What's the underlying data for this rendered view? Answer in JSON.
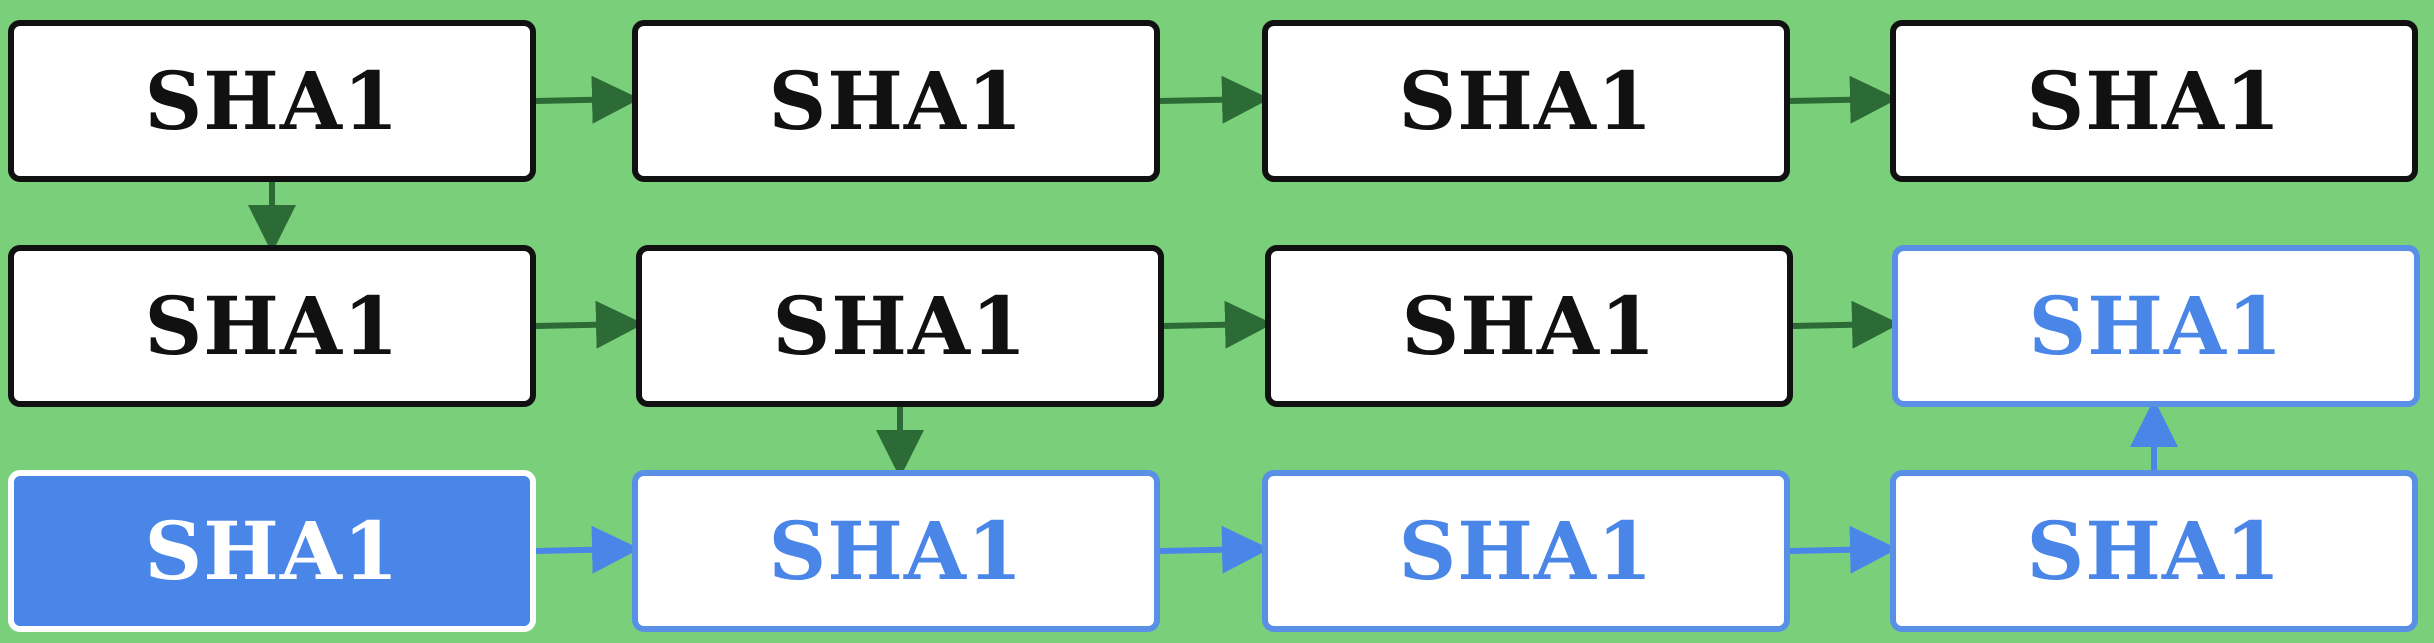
{
  "colors": {
    "background": "#7ad07a",
    "default_border": "#111111",
    "path_color": "#4a86e8",
    "default_arrow": "#2c6b35"
  },
  "nodes": [
    {
      "id": "n-0-0",
      "label": "SHA1",
      "style": "default"
    },
    {
      "id": "n-0-1",
      "label": "SHA1",
      "style": "default"
    },
    {
      "id": "n-0-2",
      "label": "SHA1",
      "style": "default"
    },
    {
      "id": "n-0-3",
      "label": "SHA1",
      "style": "default"
    },
    {
      "id": "n-1-0",
      "label": "SHA1",
      "style": "default"
    },
    {
      "id": "n-1-1",
      "label": "SHA1",
      "style": "default"
    },
    {
      "id": "n-1-2",
      "label": "SHA1",
      "style": "default"
    },
    {
      "id": "n-1-3",
      "label": "SHA1",
      "style": "blue"
    },
    {
      "id": "n-2-0",
      "label": "SHA1",
      "style": "active"
    },
    {
      "id": "n-2-1",
      "label": "SHA1",
      "style": "blue"
    },
    {
      "id": "n-2-2",
      "label": "SHA1",
      "style": "blue"
    },
    {
      "id": "n-2-3",
      "label": "SHA1",
      "style": "blue"
    }
  ],
  "edges": [
    {
      "from": "n-0-0",
      "to": "n-0-1",
      "style": "default"
    },
    {
      "from": "n-0-1",
      "to": "n-0-2",
      "style": "default"
    },
    {
      "from": "n-0-2",
      "to": "n-0-3",
      "style": "default"
    },
    {
      "from": "n-0-0",
      "to": "n-1-0",
      "style": "default"
    },
    {
      "from": "n-1-0",
      "to": "n-1-1",
      "style": "default"
    },
    {
      "from": "n-1-1",
      "to": "n-1-2",
      "style": "default"
    },
    {
      "from": "n-1-2",
      "to": "n-1-3",
      "style": "default"
    },
    {
      "from": "n-1-1",
      "to": "n-2-1",
      "style": "default"
    },
    {
      "from": "n-2-0",
      "to": "n-2-1",
      "style": "blue"
    },
    {
      "from": "n-2-1",
      "to": "n-2-2",
      "style": "blue"
    },
    {
      "from": "n-2-2",
      "to": "n-2-3",
      "style": "blue"
    },
    {
      "from": "n-2-3",
      "to": "n-1-3",
      "style": "blue"
    }
  ]
}
